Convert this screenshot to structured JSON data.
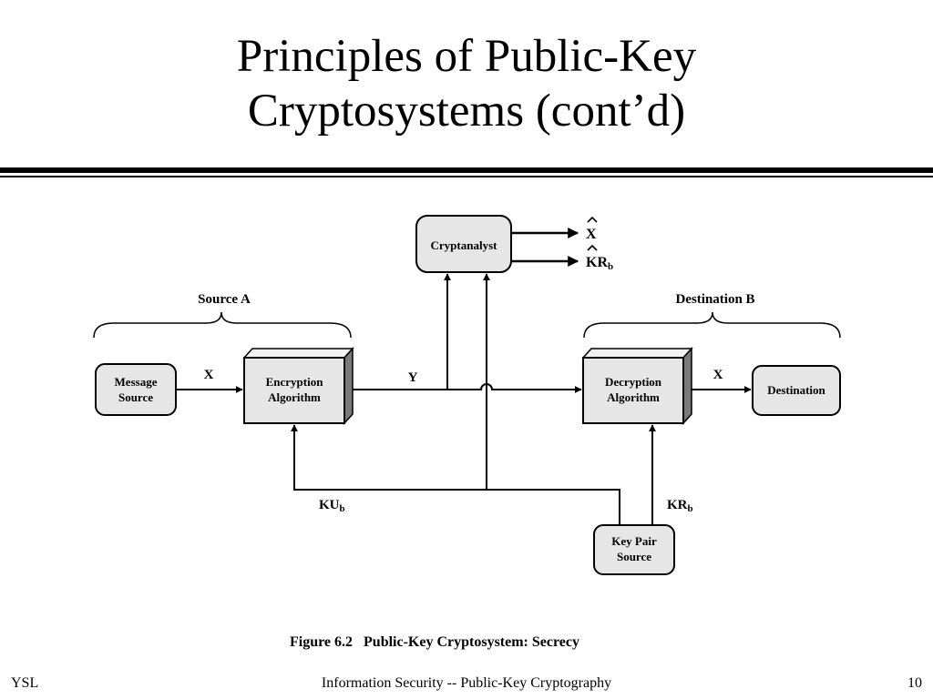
{
  "slide": {
    "title_line1": "Principles of Public-Key",
    "title_line2": "Cryptosystems (cont’d)"
  },
  "diagram": {
    "cryptanalyst": "Cryptanalyst",
    "out_x": "X",
    "out_kr": "KR",
    "out_kr_sub": "b",
    "source_a": "Source A",
    "destination_b": "Destination B",
    "message_source_1": "Message",
    "message_source_2": "Source",
    "encryption_1": "Encryption",
    "encryption_2": "Algorithm",
    "decryption_1": "Decryption",
    "decryption_2": "Algorithm",
    "destination": "Destination",
    "label_x_left": "X",
    "label_x_right": "X",
    "label_y": "Y",
    "ku": "KU",
    "ku_sub": "b",
    "kr": "KR",
    "kr_sub": "b",
    "keypair_1": "Key Pair",
    "keypair_2": "Source",
    "caption": "Figure 6.2   Public-Key Cryptosystem: Secrecy"
  },
  "footer": {
    "left": "YSL",
    "center": "Information Security -- Public-Key Cryptography",
    "page": "10"
  }
}
